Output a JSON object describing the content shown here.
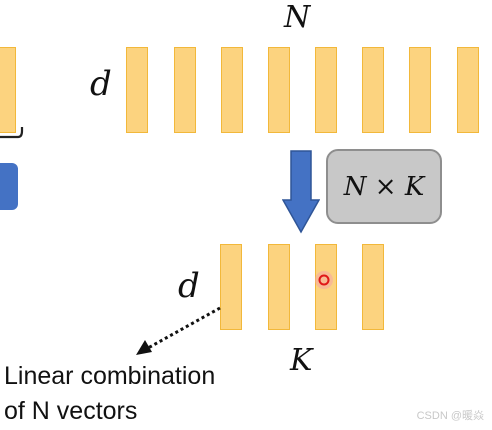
{
  "diagram": {
    "top_group": {
      "count_label": "N",
      "dim_label": "d"
    },
    "bottom_group": {
      "count_label": "K",
      "dim_label": "d"
    },
    "operation": {
      "rows": "N",
      "times": "×",
      "cols": "K"
    },
    "caption": {
      "line1": "Linear combination",
      "line2": "of N vectors"
    },
    "colors": {
      "vector_fill": "#fcd37f",
      "vector_border": "#f2b83a",
      "arrow": "#4472c4",
      "matrix_box": "#c8c8c8",
      "cursor_marker": "#e01818"
    }
  },
  "watermark": "CSDN @暖焱"
}
